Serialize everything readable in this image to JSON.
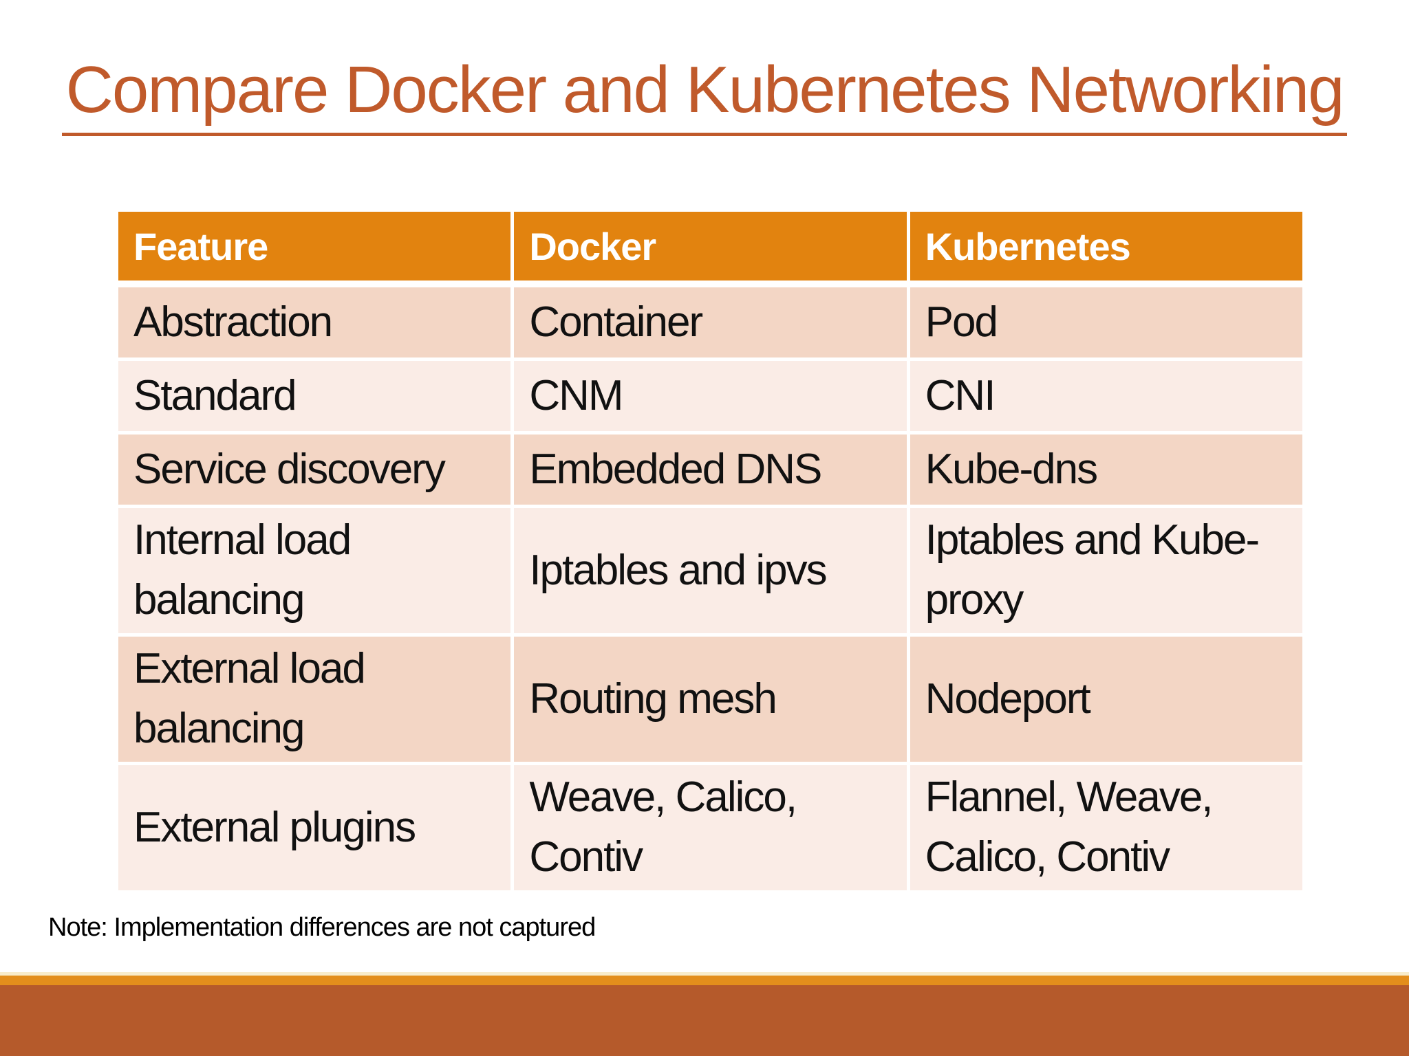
{
  "slide": {
    "title": "Compare Docker and Kubernetes Networking",
    "note": "Note: Implementation differences are not captured"
  },
  "table": {
    "headers": [
      "Feature",
      "Docker",
      "Kubernetes"
    ],
    "rows": [
      [
        "Abstraction",
        "Container",
        "Pod"
      ],
      [
        "Standard",
        "CNM",
        "CNI"
      ],
      [
        "Service discovery",
        "Embedded DNS",
        "Kube-dns"
      ],
      [
        "Internal load balancing",
        "Iptables and ipvs",
        "Iptables and Kube-proxy"
      ],
      [
        "External load balancing",
        "Routing mesh",
        "Nodeport"
      ],
      [
        "External plugins",
        "Weave, Calico, Contiv",
        "Flannel, Weave, Calico, Contiv"
      ]
    ]
  },
  "colors": {
    "title_text": "#C05A2B",
    "title_underline": "#C05A2B",
    "table_header_bg": "#E2830F",
    "table_header_text": "#FFFFFF",
    "row_band_dark": "#F3D6C5",
    "row_band_light": "#FAECE6",
    "cell_text": "#111111",
    "footer_cream_strip": "#F8ECCB",
    "footer_orange_strip": "#E38E1C",
    "footer_rust_band": "#B55A2B",
    "background": "#FFFFFF"
  }
}
